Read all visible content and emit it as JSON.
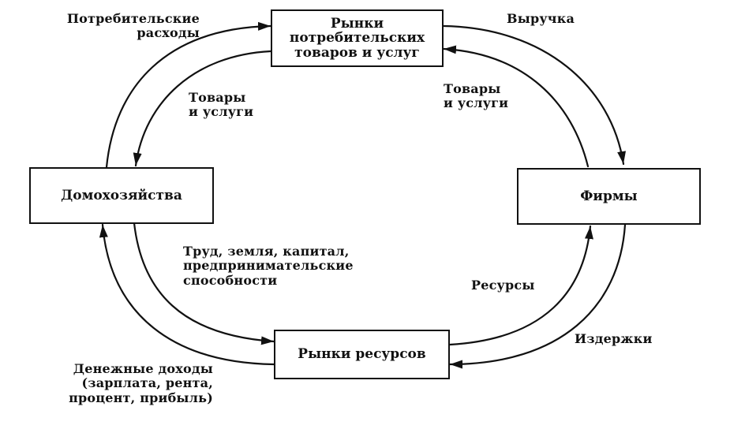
{
  "nodes": {
    "consumer_markets": "Рынки\nпотребительских\nтоваров и услуг",
    "households": "Домохозяйства",
    "firms": "Фирмы",
    "resource_markets": "Рынки ресурсов"
  },
  "labels": {
    "consumer_spending": "Потребительские\nрасходы",
    "revenue": "Выручка",
    "goods_services_left": "Товары\nи услуги",
    "goods_services_right": "Товары\nи услуги",
    "factors": "Труд,  земля, капитал,\nпредпринимательские\nспособности",
    "resources": "Ресурсы",
    "costs": "Издержки",
    "money_income": "Денежные доходы\n(зарплата, рента,\nпроцент, прибыль)"
  },
  "colors": {
    "ink": "#111111",
    "background": "#ffffff"
  }
}
